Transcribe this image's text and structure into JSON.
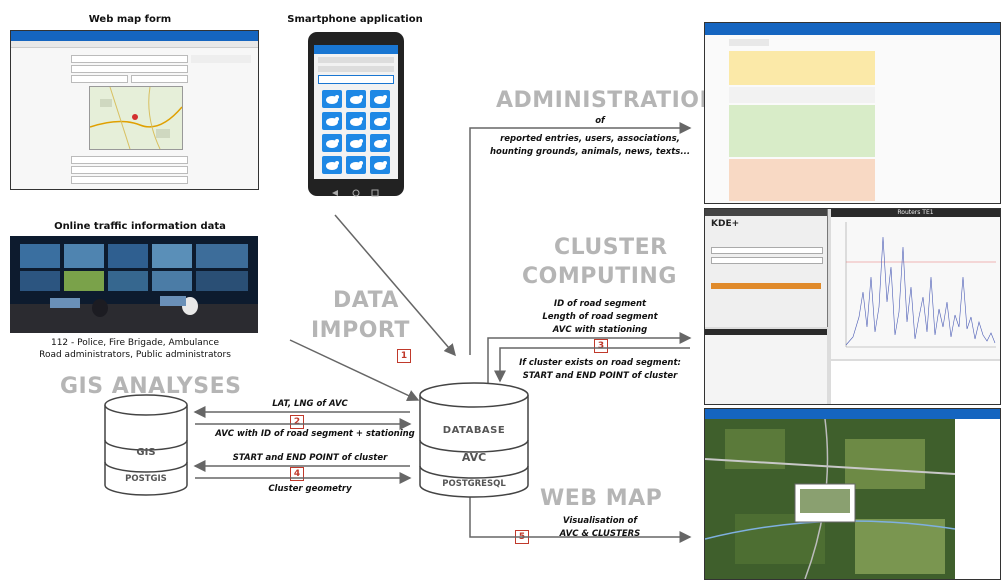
{
  "headings": {
    "web_map_form": "Web map form",
    "smartphone_app": "Smartphone application",
    "online_traffic": "Online traffic information data",
    "traffic_caption_1": "112 - Police, Fire Brigade, Ambulance",
    "traffic_caption_2": "Road administrators, Public administrators"
  },
  "sections": {
    "administration": "ADMINISTRATION",
    "cluster_1": "CLUSTER",
    "cluster_2": "COMPUTING",
    "data_1": "DATA",
    "data_2": "IMPORT",
    "gis_analyses": "GIS ANALYSES",
    "web_map": "WEB MAP"
  },
  "administration_text": {
    "of": "of",
    "line1": "reported entries, users, associations,",
    "line2": "hounting grounds, animals, news, texts..."
  },
  "cluster_text": {
    "line1": "ID of road segment",
    "line2": "Length of road segment",
    "line3": "AVC with stationing",
    "return1": "If cluster exists on road segment:",
    "return2": "START and END POINT of cluster"
  },
  "gis_text": {
    "lat_lng": "LAT, LNG of AVC",
    "avc_id": "AVC with ID of road segment + stationing",
    "start_end": "START and END POINT of cluster",
    "geometry": "Cluster geometry"
  },
  "webmap_text": {
    "line1": "Visualisation of",
    "line2": "AVC & CLUSTERS"
  },
  "steps": [
    "1",
    "2",
    "3",
    "4",
    "5"
  ],
  "database": {
    "label1": "DATABASE",
    "label2": "AVC",
    "label3": "POSTGRESQL"
  },
  "gis_db": {
    "label1": "GIS",
    "label2": "POSTGIS"
  },
  "kde": {
    "logo": "KDE+",
    "chart_title": "Routers TE1"
  },
  "colors": {
    "grey_title": "#b5b5b5",
    "step_red": "#c0392b",
    "arrow": "#666666",
    "app_blue": "#1976d2"
  }
}
